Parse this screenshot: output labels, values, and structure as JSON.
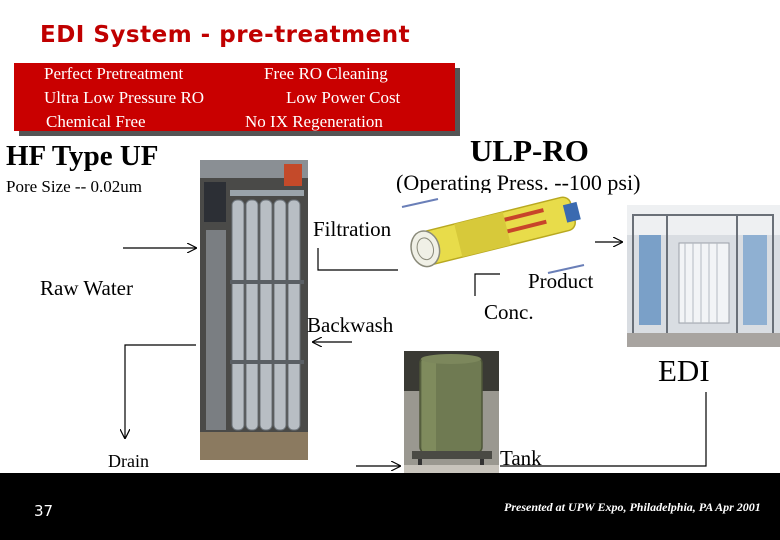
{
  "title": "EDI System -  pre-treatment",
  "banner": {
    "rows": [
      {
        "left": "Perfect Pretreatment",
        "right": "Free  RO Cleaning"
      },
      {
        "left": "Ultra Low Pressure RO",
        "right": "Low Power Cost"
      },
      {
        "left": "Chemical Free",
        "right": "No  IX  Regeneration"
      }
    ]
  },
  "uf": {
    "title": "HF Type UF",
    "pore_size": "Pore Size -- 0.02um"
  },
  "ro": {
    "title": "ULP-RO",
    "operating": "(Operating Press. --100 psi)"
  },
  "flow_labels": {
    "filtration": "Filtration",
    "raw_water": "Raw Water",
    "product": "Product",
    "backwash": "Backwash",
    "conc": "Conc.",
    "edi": "EDI",
    "drain": "Drain",
    "tank": "Tank"
  },
  "footer": {
    "page_number": "37",
    "presented": "Presented at UPW Expo, Philadelphia, PA Apr 2001"
  },
  "colors": {
    "title": "#c00000",
    "banner": "#c90000",
    "footer": "#000000"
  }
}
